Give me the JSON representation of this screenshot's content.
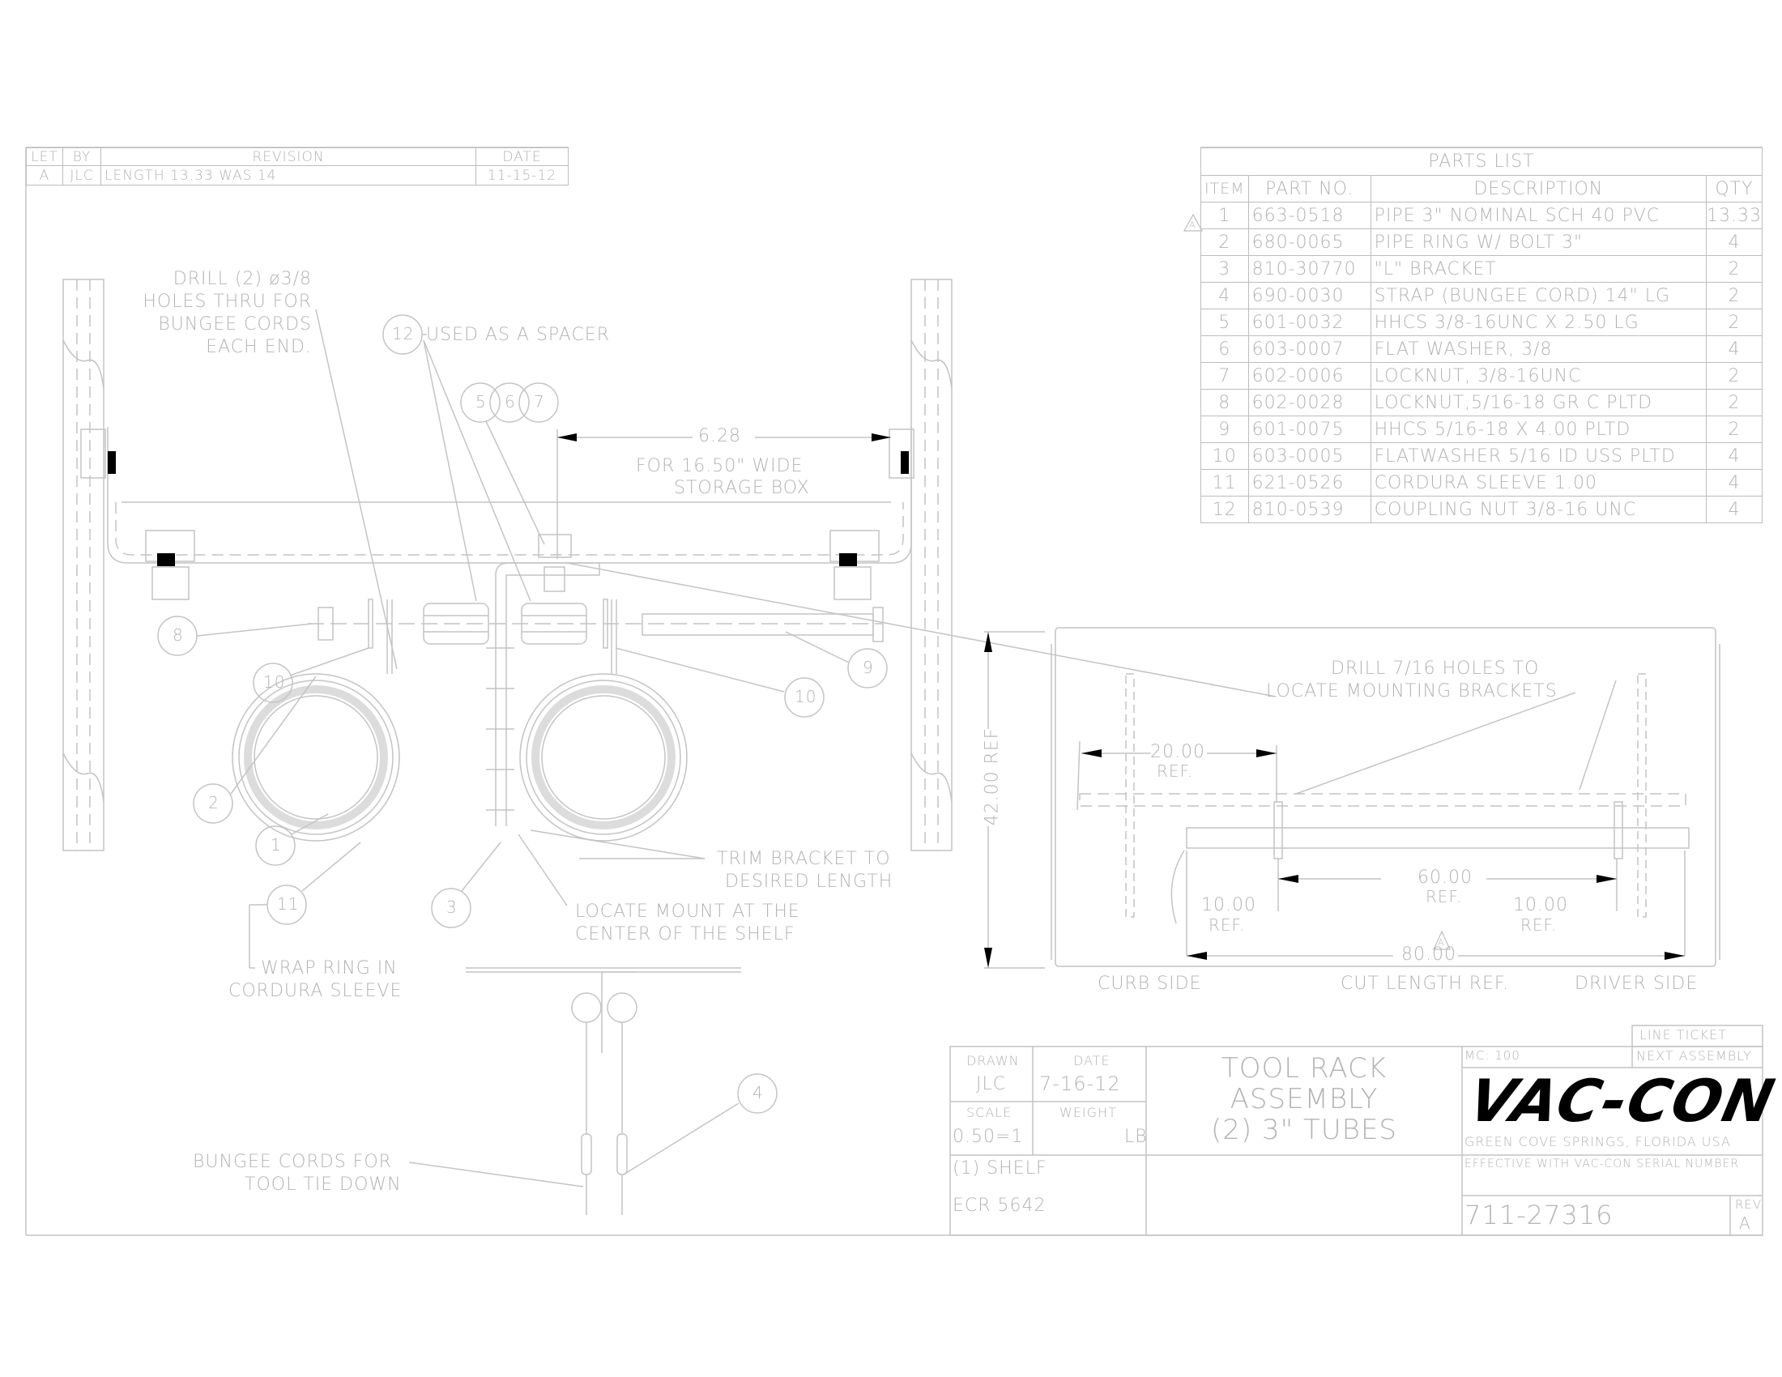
{
  "revision_block": {
    "headers": [
      "LET",
      "BY",
      "REVISION",
      "DATE"
    ],
    "rows": [
      {
        "let": "A",
        "by": "JLC",
        "revision": "LENGTH 13.33 WAS 14",
        "date": "11-15-12"
      }
    ]
  },
  "parts_list": {
    "title": "PARTS LIST",
    "headers": [
      "ITEM",
      "PART NO.",
      "DESCRIPTION",
      "QTY"
    ],
    "rev_flag_row": 1,
    "rev_flag": "A",
    "rows": [
      {
        "item": "1",
        "part_no": "663-0518",
        "description": "PIPE 3\" NOMINAL SCH 40 PVC",
        "qty": "13.33"
      },
      {
        "item": "2",
        "part_no": "680-0065",
        "description": "PIPE RING W/ BOLT 3\"",
        "qty": "4"
      },
      {
        "item": "3",
        "part_no": "810-30770",
        "description": "\"L\" BRACKET",
        "qty": "2"
      },
      {
        "item": "4",
        "part_no": "690-0030",
        "description": "STRAP (BUNGEE CORD) 14\" LG",
        "qty": "2"
      },
      {
        "item": "5",
        "part_no": "601-0032",
        "description": "HHCS 3/8-16UNC X 2.50 LG",
        "qty": "2"
      },
      {
        "item": "6",
        "part_no": "603-0007",
        "description": "FLAT WASHER, 3/8",
        "qty": "4"
      },
      {
        "item": "7",
        "part_no": "602-0006",
        "description": "LOCKNUT, 3/8-16UNC",
        "qty": "2"
      },
      {
        "item": "8",
        "part_no": "602-0028",
        "description": "LOCKNUT,5/16-18 GR C PLTD",
        "qty": "2"
      },
      {
        "item": "9",
        "part_no": "601-0075",
        "description": "HHCS 5/16-18 X 4.00 PLTD",
        "qty": "2"
      },
      {
        "item": "10",
        "part_no": "603-0005",
        "description": "FLATWASHER 5/16 ID USS PLTD",
        "qty": "4"
      },
      {
        "item": "11",
        "part_no": "621-0526",
        "description": "CORDURA SLEEVE 1.00",
        "qty": "4"
      },
      {
        "item": "12",
        "part_no": "810-0539",
        "description": "COUPLING NUT 3/8-16 UNC",
        "qty": "4"
      }
    ]
  },
  "notes": {
    "drill_holes": [
      "DRILL (2) ø3/8",
      "HOLES THRU FOR",
      "BUNGEE CORDS",
      "EACH END."
    ],
    "spacer": "USED AS A SPACER",
    "dim_width": "6.28",
    "storage_box": [
      "FOR 16.50\" WIDE",
      "STORAGE BOX"
    ],
    "trim_bracket": [
      "TRIM BRACKET TO",
      "DESIRED LENGTH"
    ],
    "locate_mount": [
      "LOCATE MOUNT AT THE",
      "CENTER OF THE SHELF"
    ],
    "wrap_ring": [
      "WRAP RING IN",
      "CORDURA SLEEVE"
    ],
    "bungee_cords": [
      "BUNGEE CORDS FOR",
      "TOOL TIE DOWN"
    ],
    "drill_716": [
      "DRILL 7/16 HOLES TO",
      "LOCATE MOUNTING BRACKETS"
    ]
  },
  "balloons": {
    "b12": "12",
    "b5": "5",
    "b6": "6",
    "b7": "7",
    "b8": "8",
    "b10a": "10",
    "b10b": "10",
    "b9": "9",
    "b2": "2",
    "b1": "1",
    "b11": "11",
    "b3": "3",
    "b4": "4"
  },
  "plan_view": {
    "dim_42": "42.00 REF",
    "dim_20": "20.00",
    "dim_20_ref": "REF.",
    "dim_60": "60.00",
    "dim_60_ref": "REF.",
    "dim_10_left": "10.00",
    "dim_10_left_ref": "REF.",
    "dim_10_right": "10.00",
    "dim_10_right_ref": "REF.",
    "dim_80": "80.00",
    "rev_flag": "A",
    "curb_side": "CURB SIDE",
    "cut_length": "CUT LENGTH REF.",
    "driver_side": "DRIVER SIDE"
  },
  "title_block": {
    "drawn_label": "DRAWN",
    "drawn_value": "JLC",
    "date_label": "DATE",
    "date_value": "7-16-12",
    "scale_label": "SCALE",
    "scale_value": "0.50=1",
    "weight_label": "WEIGHT",
    "weight_value": "LB",
    "quantity_note": "(1) SHELF",
    "ecr": "ECR 5642",
    "title": [
      "TOOL RACK",
      "ASSEMBLY",
      "(2) 3\" TUBES"
    ],
    "mc": "MC: 100",
    "line_ticket": "LINE TICKET",
    "next_assembly": "NEXT ASSEMBLY",
    "company": "VAC-CON",
    "location": "GREEN COVE SPRINGS, FLORIDA USA",
    "effective": "EFFECTIVE WITH VAC-CON SERIAL NUMBER",
    "drawing_number": "711-27316",
    "rev_label": "REV",
    "rev_value": "A"
  }
}
